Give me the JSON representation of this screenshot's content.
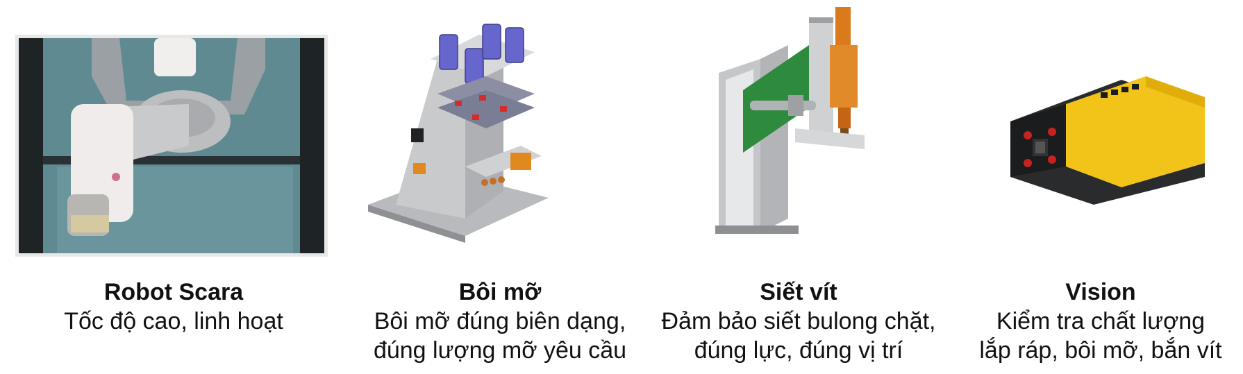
{
  "cards": [
    {
      "title": "Robot Scara",
      "lines": [
        "Tốc độ cao, linh hoạt"
      ],
      "icon": "robot-scara-photo"
    },
    {
      "title": "Bôi mỡ",
      "lines": [
        "Bôi mỡ đúng biên dạng,",
        "đúng lượng mỡ yêu cầu"
      ],
      "icon": "grease-dispensing-machine"
    },
    {
      "title": "Siết vít",
      "lines": [
        "Đảm bảo siết bulong chặt,",
        "đúng lực, đúng vị trí"
      ],
      "icon": "screw-tightening-machine"
    },
    {
      "title": "Vision",
      "lines": [
        "Kiểm tra chất lượng",
        "lắp ráp, bôi mỡ, bắn vít"
      ],
      "icon": "vision-camera"
    }
  ],
  "colors": {
    "robot_bg": "#5f8a91",
    "machine_gray": "#c8cacc",
    "camera_yellow": "#f2c318",
    "pcb_green": "#2e8b3e",
    "orange_part": "#d97a1c"
  }
}
